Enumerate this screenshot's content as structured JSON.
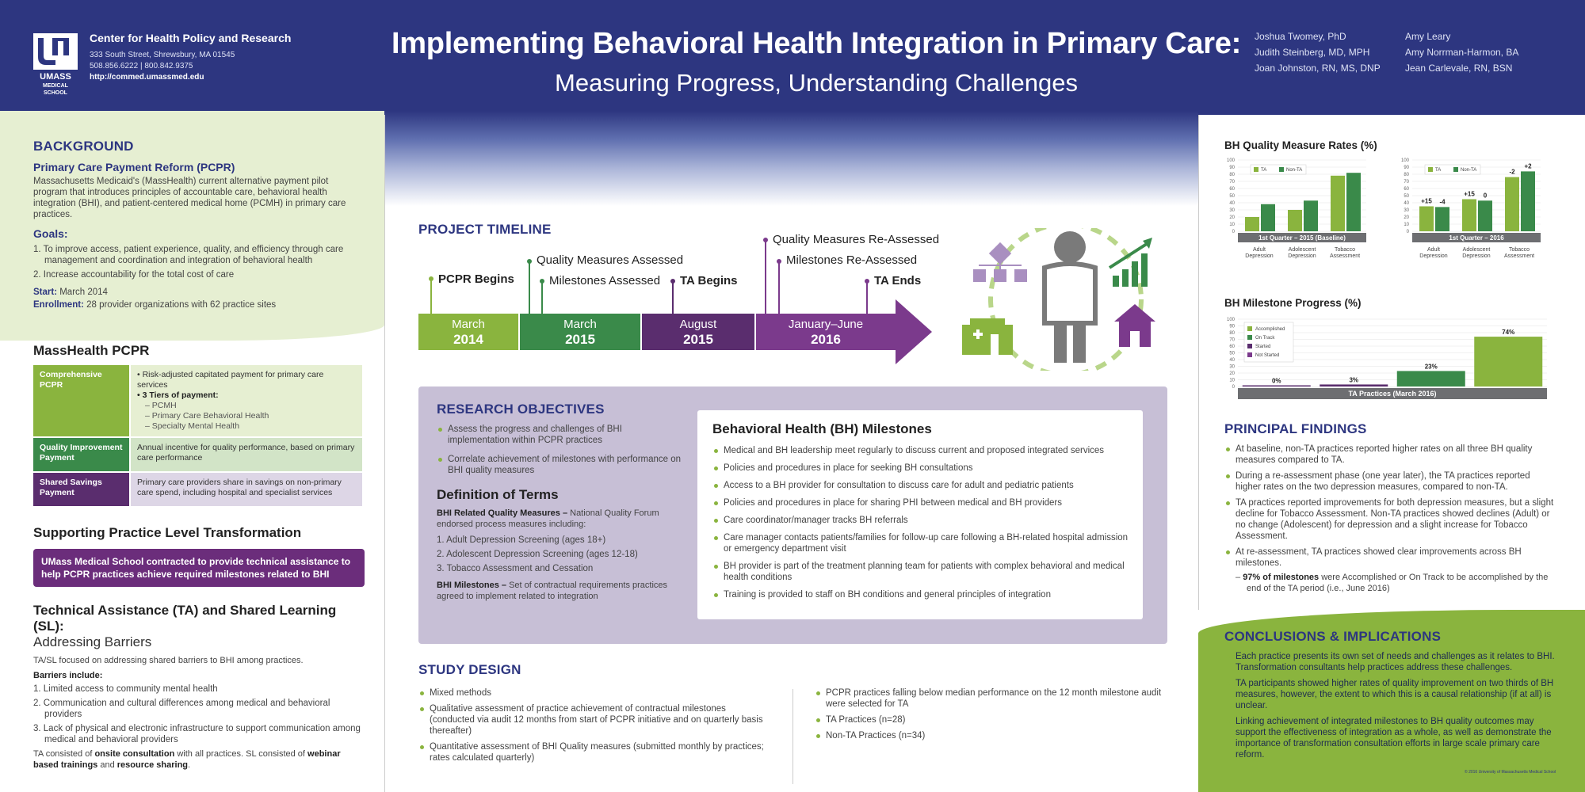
{
  "header": {
    "org_name": "Center for Health Policy and Research",
    "address": "333 South Street, Shrewsbury, MA 01545",
    "phone": "508.856.6222 | 800.842.9375",
    "url": "http://commed.umassmed.edu",
    "logo_text": "UMASS MEDICAL SCHOOL",
    "title": "Implementing Behavioral Health Integration in Primary Care:",
    "subtitle": "Measuring Progress, Understanding Challenges",
    "authors_col1": [
      "Joshua Twomey, PhD",
      "Judith Steinberg, MD, MPH",
      "Joan Johnston, RN, MS, DNP"
    ],
    "authors_col2": [
      "Amy Leary",
      "Amy Norrman-Harmon, BA",
      "Jean Carlevale, RN, BSN"
    ]
  },
  "background": {
    "heading": "BACKGROUND",
    "sub": "Primary Care Payment Reform (PCPR)",
    "text": "Massachusetts Medicaid's (MassHealth) current alternative payment pilot program that introduces principles of accountable care, behavioral health integration (BHI), and patient-centered medical home (PCMH) in primary care practices.",
    "goals_label": "Goals:",
    "goals": [
      "1.  To improve access, patient experience, quality, and efficiency through care management and coordination and integration of behavioral health",
      "2.  Increase accountability for the total cost of care"
    ],
    "start_label": "Start:",
    "start": " March 2014",
    "enroll_label": "Enrollment:",
    "enroll": " 28 provider organizations with 62 practice sites"
  },
  "masshealth": {
    "heading": "MassHealth PCPR",
    "rows": [
      {
        "key": "Comprehensive PCPR",
        "lines": [
          "• Risk-adjusted capitated payment for primary care services",
          "• 3 Tiers of payment:",
          "–  PCMH",
          "–  Primary Care Behavioral Health",
          "–  Specialty Mental Health"
        ]
      },
      {
        "key": "Quality Improvement Payment",
        "lines": [
          "Annual incentive for quality performance, based on primary care performance"
        ]
      },
      {
        "key": "Shared Savings Payment",
        "lines": [
          "Primary care providers share in savings on non-primary care spend, including hospital and specialist services"
        ]
      }
    ]
  },
  "supporting": {
    "heading": "Supporting Practice Level Transformation",
    "banner": "UMass Medical School contracted to provide technical assistance to help PCPR practices achieve required milestones related to BHI"
  },
  "ta": {
    "heading": "Technical Assistance (TA) and Shared Learning (SL):",
    "sub": "Addressing Barriers",
    "intro": "TA/SL focused on addressing shared barriers to BHI among practices.",
    "barriers_label": "Barriers include:",
    "barriers": [
      "1.  Limited access to community mental health",
      "2.  Communication and cultural differences among medical and behavioral providers",
      "3.  Lack of physical and electronic infrastructure to support communication among medical and behavioral providers"
    ],
    "closing_a": "TA consisted of ",
    "closing_b": "onsite consultation",
    "closing_c": " with all practices. SL consisted of ",
    "closing_d": "webinar based trainings",
    "closing_e": " and ",
    "closing_f": "resource sharing",
    "closing_g": "."
  },
  "timeline": {
    "heading": "PROJECT TIMELINE",
    "periods": [
      {
        "month": "March",
        "year": "2014",
        "color": "#8ab43e"
      },
      {
        "month": "March",
        "year": "2015",
        "color": "#3a8a4a"
      },
      {
        "month": "August",
        "year": "2015",
        "color": "#5a2d6e"
      },
      {
        "month": "January–June",
        "year": "2016",
        "color": "#7b3a8c"
      }
    ],
    "events": [
      "PCPR Begins",
      "Quality Measures Assessed",
      "Milestones Assessed",
      "TA Begins",
      "Quality Measures Re-Assessed",
      "Milestones Re-Assessed",
      "TA Ends"
    ]
  },
  "objectives": {
    "heading": "RESEARCH OBJECTIVES",
    "items": [
      "Assess the progress and challenges of BHI implementation within PCPR practices",
      "Correlate achievement of milestones with performance on BHI quality measures"
    ],
    "def_heading": "Definition of Terms",
    "def1_label": "BHI Related Quality Measures –",
    "def1": " National Quality Forum endorsed process measures including:",
    "measures": [
      "1.  Adult Depression Screening (ages 18+)",
      "2.  Adolescent Depression Screening (ages 12-18)",
      "3.  Tobacco Assessment and Cessation"
    ],
    "def2_label": "BHI Milestones –",
    "def2": " Set of contractual requirements practices agreed to implement related to integration"
  },
  "bh_milestones": {
    "heading": "Behavioral Health (BH) Milestones",
    "items": [
      "Medical and BH leadership meet regularly to discuss current and proposed integrated services",
      "Policies and procedures in place for seeking BH consultations",
      "Access to a BH provider for consultation to discuss care for adult and pediatric patients",
      "Policies and procedures in place for sharing PHI between medical and BH providers",
      "Care coordinator/manager tracks BH referrals",
      "Care manager contacts patients/families for follow-up care following a BH-related hospital admission or emergency department visit",
      "BH provider is part of the treatment planning team for patients with complex behavioral and medical health conditions",
      "Training is provided to staff on BH conditions and general principles of integration"
    ]
  },
  "study": {
    "heading": "STUDY DESIGN",
    "left": [
      "Mixed methods",
      "Qualitative assessment of practice achievement of contractual milestones (conducted via audit 12 months from start of PCPR initiative and on quarterly basis thereafter)",
      "Quantitative assessment of BHI Quality measures (submitted monthly by practices; rates calculated quarterly)"
    ],
    "right": [
      "PCPR practices falling below median performance on the 12 month milestone audit were selected for TA",
      "TA Practices (n=28)",
      "Non-TA Practices (n=34)"
    ]
  },
  "charts_text": {
    "quality_heading": "BH Quality Measure Rates (%)",
    "milestone_heading": "BH Milestone Progress (%)"
  },
  "chart_data": [
    {
      "type": "bar",
      "title": "1st Quarter – 2015 (Baseline)",
      "categories": [
        "Adult Depression",
        "Adolescent Depression",
        "Tobacco Assessment"
      ],
      "series": [
        {
          "name": "TA",
          "values": [
            20,
            30,
            78
          ],
          "color": "#8ab43e"
        },
        {
          "name": "Non-TA",
          "values": [
            38,
            43,
            82
          ],
          "color": "#3a8a4a"
        }
      ],
      "ylim": [
        0,
        100
      ],
      "yticks": [
        0,
        10,
        20,
        30,
        40,
        50,
        60,
        70,
        80,
        90,
        100
      ]
    },
    {
      "type": "bar",
      "title": "1st Quarter – 2016",
      "categories": [
        "Adult Depression",
        "Adolescent Depression",
        "Tobacco Assessment"
      ],
      "series": [
        {
          "name": "TA",
          "values": [
            35,
            45,
            76
          ],
          "color": "#8ab43e"
        },
        {
          "name": "Non-TA",
          "values": [
            34,
            43,
            84
          ],
          "color": "#3a8a4a"
        }
      ],
      "annotations": [
        "+15",
        "-4",
        "+15",
        "0",
        "-2",
        "+2"
      ],
      "ylim": [
        0,
        100
      ],
      "yticks": [
        0,
        10,
        20,
        30,
        40,
        50,
        60,
        70,
        80,
        90,
        100
      ]
    },
    {
      "type": "bar",
      "title": "TA Practices (March 2016)",
      "categories": [
        "Not Started",
        "Started",
        "On Track",
        "Accomplished"
      ],
      "values": [
        0,
        3,
        23,
        74
      ],
      "labels": [
        "0%",
        "3%",
        "23%",
        "74%"
      ],
      "legend": [
        "Accomplished",
        "On Track",
        "Started",
        "Not Started"
      ],
      "colors": [
        "#5a2d6e",
        "#5a2d6e",
        "#3a8a4a",
        "#8ab43e"
      ],
      "ylim": [
        0,
        100
      ],
      "yticks": [
        0,
        10,
        20,
        30,
        40,
        50,
        60,
        70,
        80,
        90,
        100
      ]
    }
  ],
  "findings": {
    "heading": "PRINCIPAL FINDINGS",
    "items": [
      "At baseline, non-TA practices reported higher rates on all three BH quality measures compared to TA.",
      "During a re-assessment phase (one year later), the TA practices reported higher rates on the two depression measures, compared to non-TA.",
      "TA practices reported improvements for both depression measures, but a slight decline for Tobacco Assessment. Non-TA practices showed declines (Adult) or no change (Adolescent) for depression and a slight increase for Tobacco Assessment.",
      "At re-assessment, TA practices showed clear improvements across BH milestones."
    ],
    "sub_bold": "97% of milestones",
    "sub_rest": " were Accomplished or On Track to be accomplished by the end of the TA period (i.e., June 2016)"
  },
  "conclusions": {
    "heading": "CONCLUSIONS & IMPLICATIONS",
    "items": [
      "Each practice presents its own set of needs and challenges as it relates to BHI. Transformation consultants help practices address these challenges.",
      "TA participants showed higher rates of quality improvement on two thirds of BH measures, however, the extent to which this is a causal relationship (if at all) is unclear.",
      "Linking achievement of integrated milestones to BH quality outcomes may support the effectiveness of integration as a whole, as well as demonstrate the importance of transformation consultation efforts in large scale primary care reform."
    ],
    "copyright": "© 2016 University of Massachusetts Medical School"
  }
}
